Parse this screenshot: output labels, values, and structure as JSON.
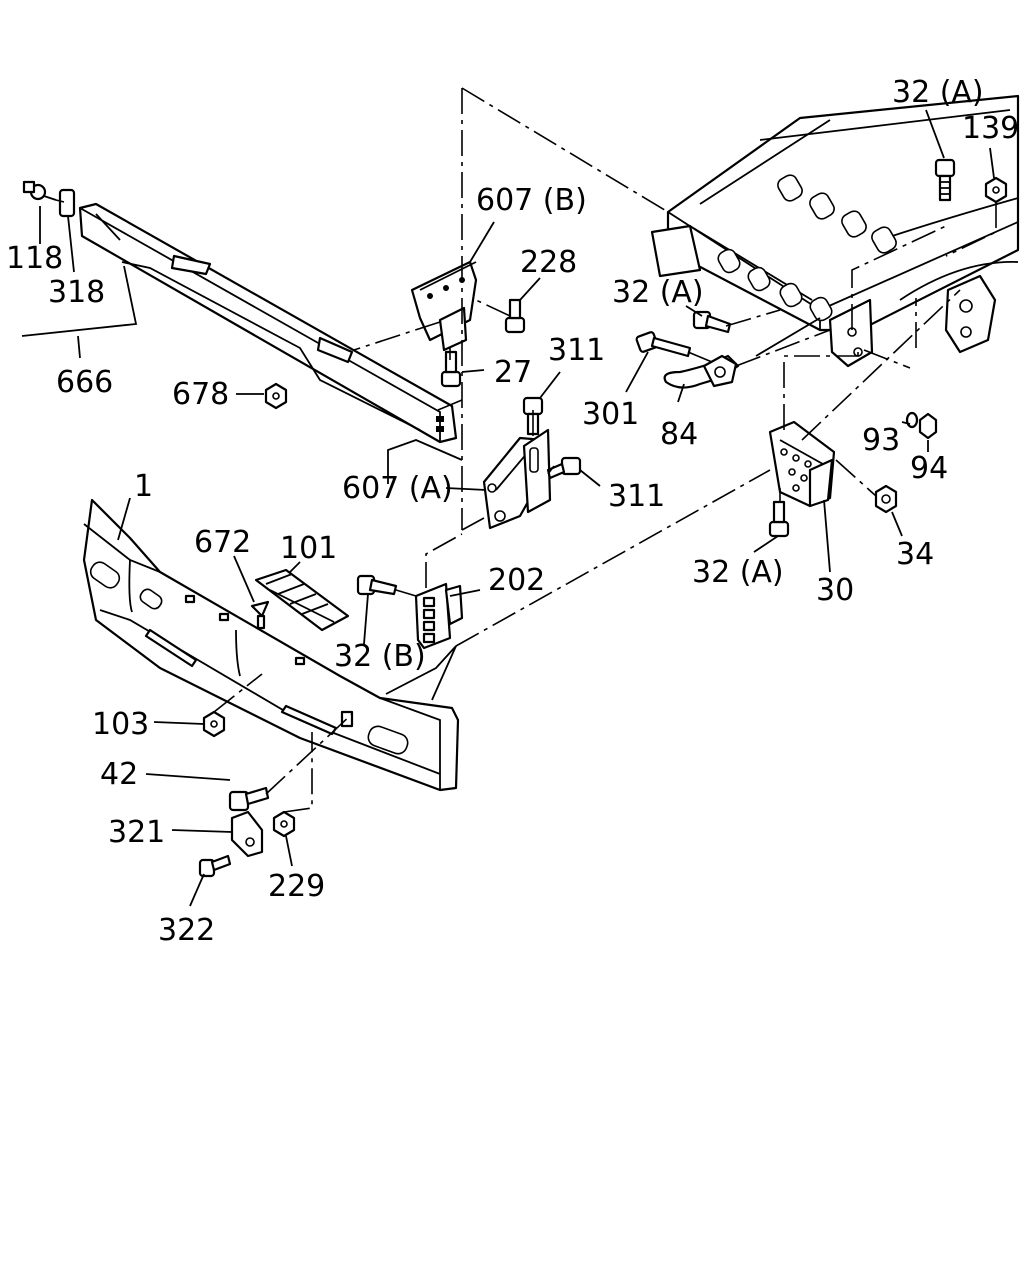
{
  "diagram": {
    "callouts": [
      {
        "id": "c-32a-top",
        "text": "32 (A)"
      },
      {
        "id": "c-139",
        "text": "139"
      },
      {
        "id": "c-607b",
        "text": "607 (B)"
      },
      {
        "id": "c-228",
        "text": "228"
      },
      {
        "id": "c-32a-mid",
        "text": "32 (A)"
      },
      {
        "id": "c-118",
        "text": "118"
      },
      {
        "id": "c-318",
        "text": "318"
      },
      {
        "id": "c-666",
        "text": "666"
      },
      {
        "id": "c-678",
        "text": "678"
      },
      {
        "id": "c-27",
        "text": "27"
      },
      {
        "id": "c-311-top",
        "text": "311"
      },
      {
        "id": "c-301",
        "text": "301"
      },
      {
        "id": "c-84",
        "text": "84"
      },
      {
        "id": "c-93",
        "text": "93"
      },
      {
        "id": "c-94",
        "text": "94"
      },
      {
        "id": "c-607a",
        "text": "607 (A)"
      },
      {
        "id": "c-311-mid",
        "text": "311"
      },
      {
        "id": "c-1",
        "text": "1"
      },
      {
        "id": "c-672",
        "text": "672"
      },
      {
        "id": "c-101",
        "text": "101"
      },
      {
        "id": "c-202",
        "text": "202"
      },
      {
        "id": "c-34",
        "text": "34"
      },
      {
        "id": "c-32a-low",
        "text": "32 (A)"
      },
      {
        "id": "c-30",
        "text": "30"
      },
      {
        "id": "c-32b",
        "text": "32 (B)"
      },
      {
        "id": "c-103",
        "text": "103"
      },
      {
        "id": "c-42",
        "text": "42"
      },
      {
        "id": "c-321",
        "text": "321"
      },
      {
        "id": "c-229",
        "text": "229"
      },
      {
        "id": "c-322",
        "text": "322"
      }
    ]
  }
}
